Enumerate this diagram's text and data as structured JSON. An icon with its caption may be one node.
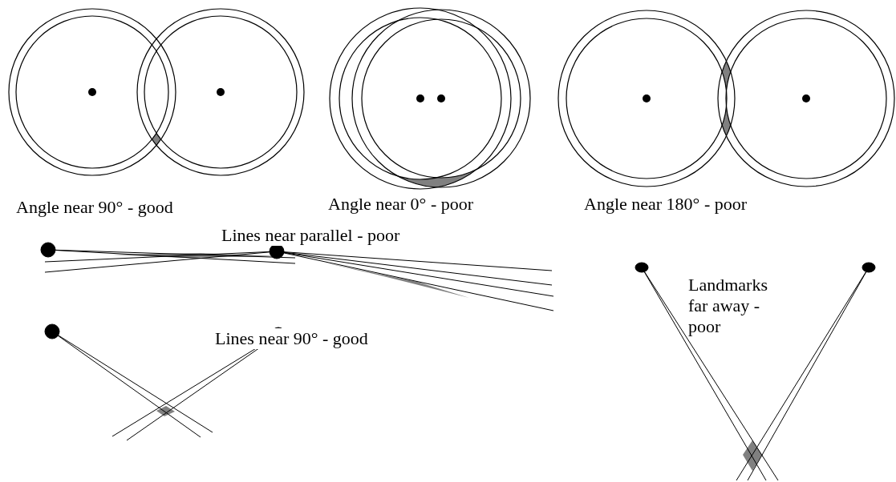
{
  "diagram": {
    "labels": [
      "Angle near 90° - good",
      "Angle near 0° - poor",
      "Angle near 180° - poor",
      "Lines near parallel - poor",
      "Lines near 90° - good",
      "Landmarks far away - poor"
    ]
  }
}
